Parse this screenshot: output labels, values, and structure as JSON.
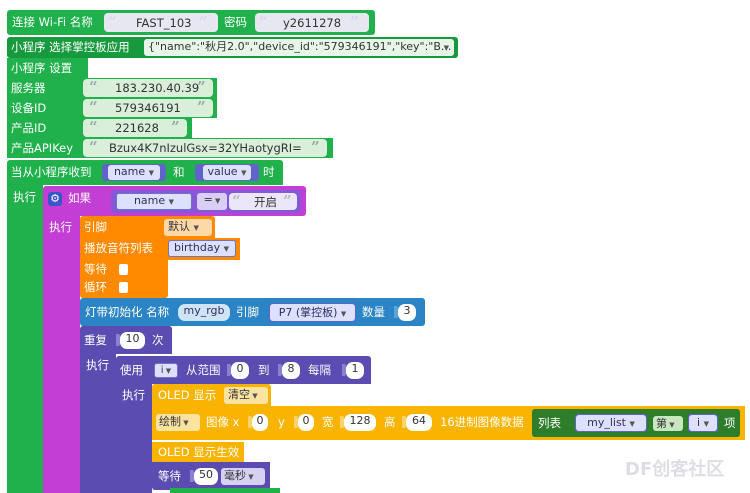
{
  "wifi": {
    "label": "连接 Wi-Fi 名称",
    "ssid": "FAST_103",
    "pwd_label": "密码",
    "pwd": "y2611278"
  },
  "app": {
    "label": "小程序 选择掌控板应用",
    "value": "{\"name\":\"秋月2.0\",\"device_id\":\"579346191\",\"key\":\"B..."
  },
  "settings": {
    "label": "小程序 设置",
    "server_label": "服务器",
    "server": "183.230.40.39",
    "device_label": "设备ID",
    "device": "579346191",
    "product_label": "产品ID",
    "product": "221628",
    "apikey_label": "产品APIKey",
    "apikey": "Bzux4K7nIzulGsx=32YHaotygRI="
  },
  "recv": {
    "label": "当从小程序收到",
    "name": "name",
    "and": "和",
    "value": "value",
    "when": "时"
  },
  "exec": "执行",
  "if_block": {
    "label": "如果",
    "var": "name",
    "op": "=",
    "text": "开启"
  },
  "music": {
    "pin_label": "引脚",
    "pin": "默认",
    "play_label": "播放音符列表",
    "song": "birthday",
    "wait": "等待",
    "loop": "循环"
  },
  "strip": {
    "label": "灯带初始化 名称",
    "name": "my_rgb",
    "pin_label": "引脚",
    "pin": "P7 (掌控板)",
    "count_label": "数量",
    "count": "3"
  },
  "repeat": {
    "label": "重复",
    "times": "10",
    "suffix": "次"
  },
  "for_loop": {
    "use": "使用",
    "var": "i",
    "range": "从范围",
    "from": "0",
    "to_label": "到",
    "to": "8",
    "step_label": "每隔",
    "step": "1"
  },
  "oled": {
    "show": "OLED 显示",
    "clear": "清空",
    "draw": "绘制",
    "image_x": "图像 x",
    "x": "0",
    "y_label": "y",
    "y": "0",
    "w_label": "宽",
    "w": "128",
    "h_label": "高",
    "h": "64",
    "hex": "16进制图像数据",
    "list": "列表",
    "list_name": "my_list",
    "nth": "第",
    "idx": "i",
    "item": "项",
    "commit": "OLED 显示生效"
  },
  "wait_ms": {
    "label": "等待",
    "value": "50",
    "unit": "毫秒"
  },
  "watermark": "DF创客社区",
  "colors": {
    "green": "#20b04c",
    "darkgreen": "#179a3e",
    "purple": "#7b5fcf",
    "orange": "#ff8a00",
    "teal": "#2b84c5",
    "indigo": "#5a4cb0",
    "gold": "#f9b400",
    "magenta": "#c23ed4",
    "olive": "#2e7d2a"
  }
}
